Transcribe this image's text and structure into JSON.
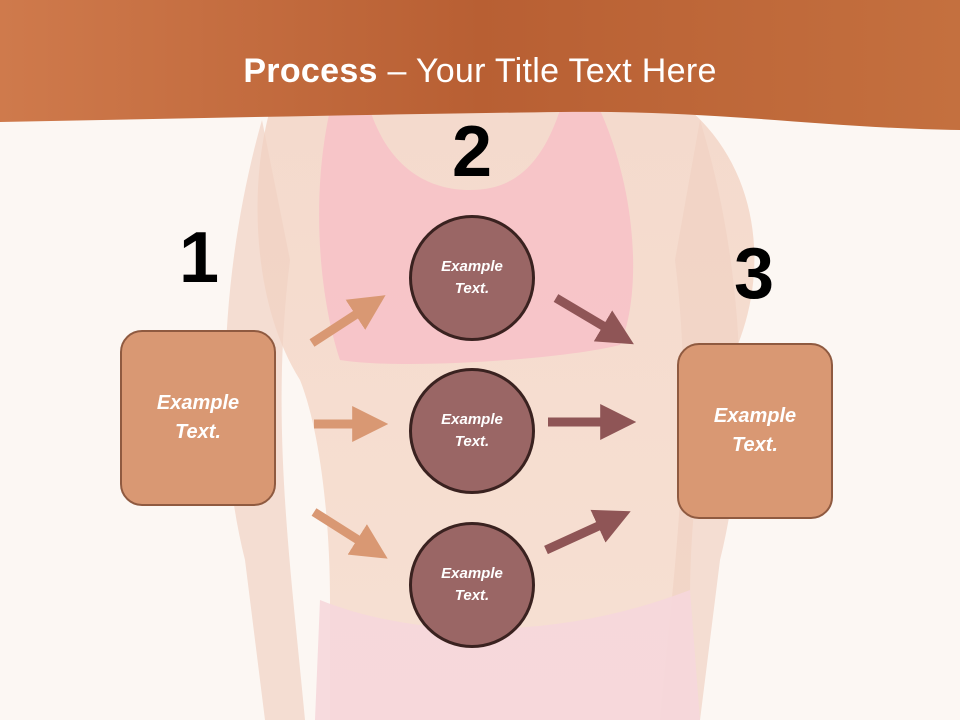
{
  "title": {
    "lead": "Process",
    "rest": " – Your Title Text Here"
  },
  "steps": [
    {
      "number": "1",
      "text": "Example Text."
    },
    {
      "number": "2",
      "items": [
        "Example Text.",
        "Example Text.",
        "Example Text."
      ]
    },
    {
      "number": "3",
      "text": "Example Text."
    }
  ],
  "colors": {
    "header_band": "#c4703f",
    "box_fill": "#d99873",
    "circle_fill": "#9a6665",
    "arrow_left": "#d99873",
    "arrow_right": "#8f5556"
  }
}
